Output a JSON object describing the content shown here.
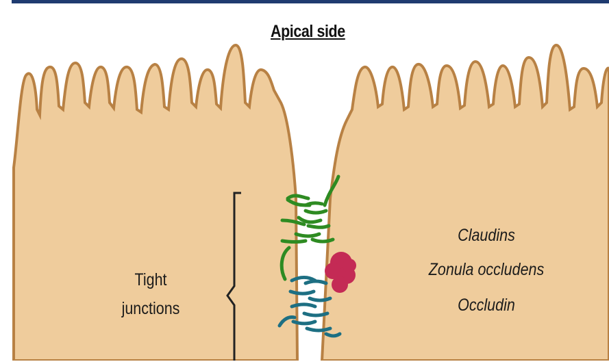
{
  "diagram": {
    "title": "Apical side",
    "bracket_label_line1": "Tight",
    "bracket_label_line2": "junctions",
    "proteins": [
      "Claudins",
      "Zonula occludens",
      "Occludin"
    ],
    "colors": {
      "cell": "#efcc9c",
      "membrane": "#b88144",
      "claudin_strand": "#2e8b22",
      "occludin_strand": "#1d6f83",
      "zonula_occludens": "#c42a55",
      "frame": "#1f3b70"
    }
  }
}
